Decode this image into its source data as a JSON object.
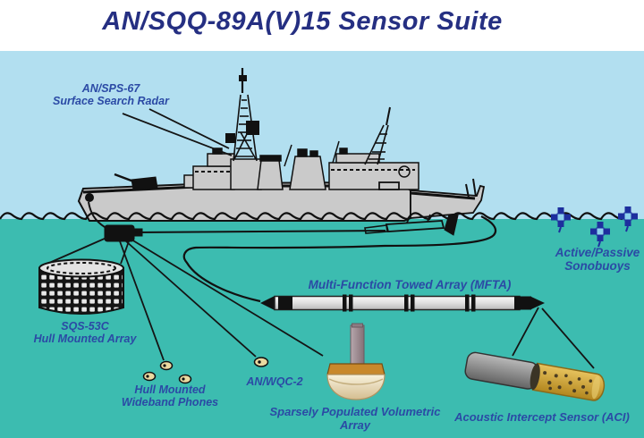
{
  "title": "AN/SQQ-89A(V)15 Sensor Suite",
  "labels": {
    "sps67": {
      "line1": "AN/SPS-67",
      "line2": "Surface Search Radar"
    },
    "sqs53c": {
      "line1": "SQS-53C",
      "line2": "Hull Mounted Array"
    },
    "phones": {
      "line1": "Hull Mounted",
      "line2": "Wideband Phones"
    },
    "wqc2": {
      "line1": "AN/WQC-2"
    },
    "mfta": {
      "line1": "Multi-Function Towed Array (MFTA)"
    },
    "sonobuoys": {
      "line1": "Active/Passive",
      "line2": "Sonobuoys"
    },
    "volumetric": {
      "line1": "Sparsely Populated Volumetric",
      "line2": "Array"
    },
    "aci": {
      "line1": "Acoustic Intercept Sensor (ACI)"
    }
  },
  "colors": {
    "sky": "#b2dff0",
    "water": "#3cbcb0",
    "title_text": "#252f82",
    "label_text": "#2b4aa5",
    "ship_hull": "#cacaca",
    "outline": "#111111",
    "mfta_tube": "#d9d9d9",
    "sonobuoy_body": "#1d2f9e",
    "sonobuoy_center": "#8ed2ee",
    "aci_gold": "#cfa33c",
    "aci_gray": "#8e8e8e",
    "volumetric_bowl": "#ead9b5",
    "volumetric_band": "#c8882c",
    "volumetric_stem": "#a0909a",
    "phones_tan": "#ead9a0",
    "coil_dark": "#161616",
    "coil_light": "#e9e9e9"
  }
}
